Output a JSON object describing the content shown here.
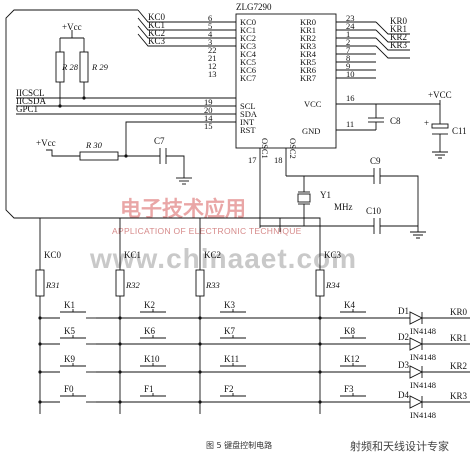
{
  "chip": {
    "name": "ZLG7290",
    "left_pins": [
      {
        "name": "KC0",
        "num": "6"
      },
      {
        "name": "KC1",
        "num": "5"
      },
      {
        "name": "KC2",
        "num": "4"
      },
      {
        "name": "KC3",
        "num": "3"
      },
      {
        "name": "KC4",
        "num": "22"
      },
      {
        "name": "KC5",
        "num": "21"
      },
      {
        "name": "KC6",
        "num": "12"
      },
      {
        "name": "KC7",
        "num": "13"
      }
    ],
    "right_pins": [
      {
        "name": "KR0",
        "num": "23"
      },
      {
        "name": "KR1",
        "num": "24"
      },
      {
        "name": "KR2",
        "num": "1"
      },
      {
        "name": "KR3",
        "num": "2"
      },
      {
        "name": "KR4",
        "num": "7"
      },
      {
        "name": "KR5",
        "num": "8"
      },
      {
        "name": "KR6",
        "num": "9"
      },
      {
        "name": "KR7",
        "num": "10"
      }
    ],
    "ctrl_pins": [
      {
        "name": "SCL",
        "num": "19"
      },
      {
        "name": "SDA",
        "num": "20"
      },
      {
        "name": "INT",
        "num": "14"
      },
      {
        "name": "RST",
        "num": "15"
      }
    ],
    "vcc": {
      "name": "VCC",
      "num": "16"
    },
    "gnd": {
      "name": "GND",
      "num": "11"
    },
    "osc1": {
      "name": "OSC1",
      "num": "17"
    },
    "osc2": {
      "name": "OSC2",
      "num": "18"
    }
  },
  "bus_right": [
    "KR0",
    "KR1",
    "KR2",
    "KR3"
  ],
  "bus_left": [
    "KC0",
    "KC1",
    "KC2",
    "KC3"
  ],
  "signals": [
    "IICSCL",
    "IICSDA",
    "GPC1"
  ],
  "vcc_label": "+Vcc",
  "vcc_label2": "+VCC",
  "resistors": {
    "r28": "R 28",
    "r29": "R 29",
    "r30": "R 30",
    "r31": "R31",
    "r32": "R32",
    "r33": "R33",
    "r34": "R34"
  },
  "caps": {
    "c7": "C7",
    "c8": "C8",
    "c9": "C9",
    "c10": "C10",
    "c11": "C11"
  },
  "crystal": {
    "name": "Y1",
    "unit": "MHz"
  },
  "columns": [
    "KC0",
    "KC1",
    "KC2",
    "KC3"
  ],
  "keys": [
    [
      "K1",
      "K2",
      "K3",
      "K4"
    ],
    [
      "K5",
      "K6",
      "K7",
      "K8"
    ],
    [
      "K9",
      "K10",
      "K11",
      "K12"
    ],
    [
      "F0",
      "F1",
      "F2",
      "F3"
    ]
  ],
  "diodes": [
    {
      "name": "D1",
      "part": "IN4148",
      "row": "KR0"
    },
    {
      "name": "D2",
      "part": "IN4148",
      "row": "KR1"
    },
    {
      "name": "D3",
      "part": "IN4148",
      "row": "KR2"
    },
    {
      "name": "D4",
      "part": "IN4148",
      "row": "KR3"
    }
  ],
  "caption": "图 5  键盘控制电路",
  "watermark": {
    "logo": "电子技术应用",
    "subtitle": "APPLICATION OF ELECTRONIC TECHNIQUE",
    "url": "www.chinaaet.com",
    "corner_title": "射频和天线设计专家"
  }
}
